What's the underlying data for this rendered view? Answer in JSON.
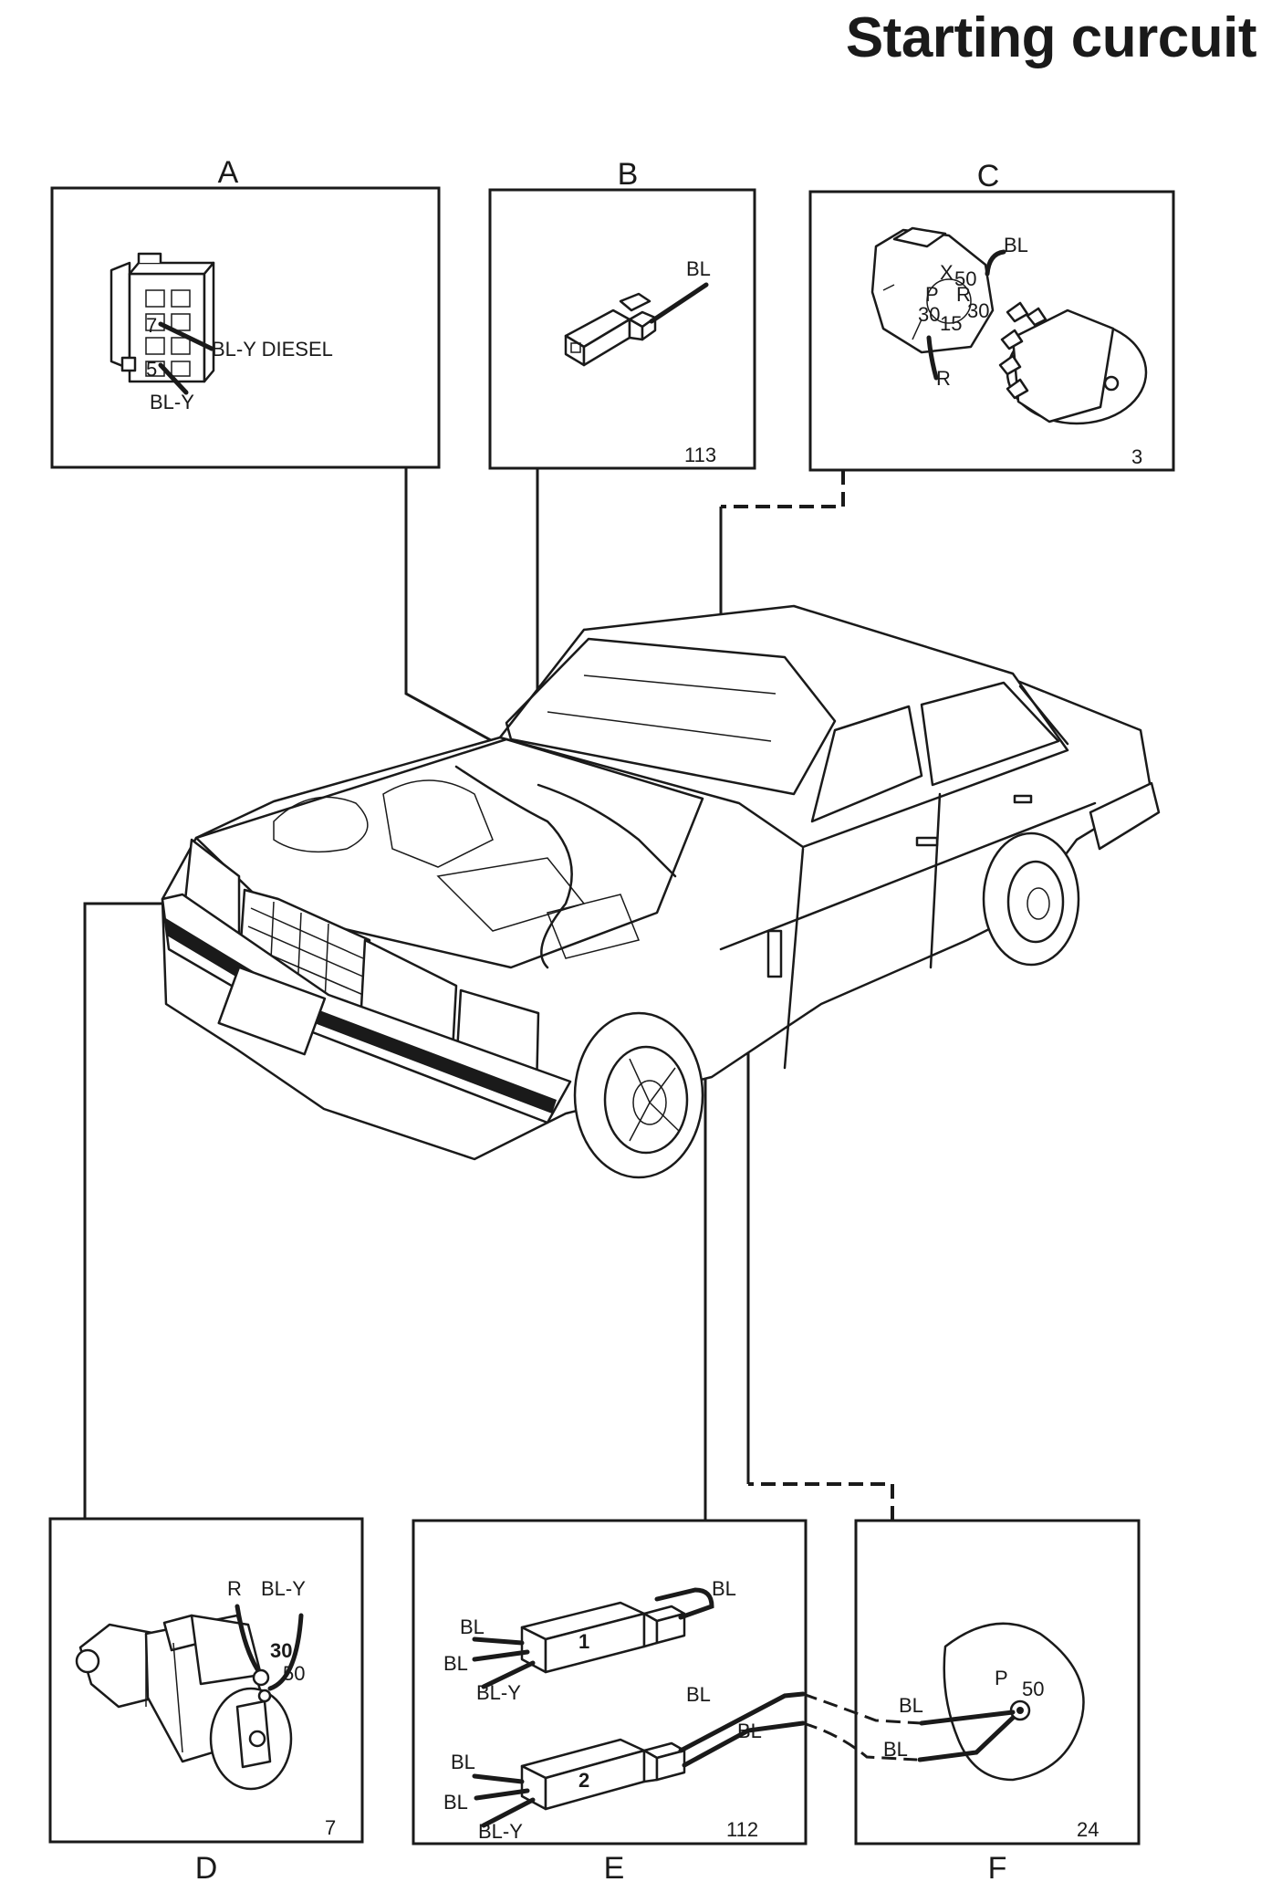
{
  "title": "Starting curcuit",
  "panels": {
    "A": {
      "letter": "A",
      "wire_diesel": "BL-Y DIESEL",
      "wire_bl_y": "BL-Y",
      "pin_7": "7",
      "pin_5": "5"
    },
    "B": {
      "letter": "B",
      "wire_bl": "BL",
      "ref": "113"
    },
    "C": {
      "letter": "C",
      "wire_bl": "BL",
      "wire_r": "R",
      "ref": "3",
      "terminals": {
        "x": "X",
        "t50": "50",
        "p": "P",
        "r": "R",
        "t30a": "30",
        "t30b": "30",
        "t15": "15"
      }
    },
    "D": {
      "letter": "D",
      "wire_r": "R",
      "wire_bl_y": "BL-Y",
      "t30": "30",
      "t50": "50",
      "ref": "7"
    },
    "E": {
      "letter": "E",
      "ref": "112",
      "connector_1": {
        "number": "1",
        "in_1": "BL",
        "in_2": "BL",
        "in_3": "BL-Y",
        "loop": "BL"
      },
      "connector_2": {
        "number": "2",
        "in_1": "BL",
        "in_2": "BL",
        "in_3": "BL-Y",
        "out_1": "BL",
        "out_2": "BL"
      }
    },
    "F": {
      "letter": "F",
      "ref": "24",
      "wire_1": "BL",
      "wire_2": "BL",
      "p": "P",
      "t50": "50"
    }
  }
}
